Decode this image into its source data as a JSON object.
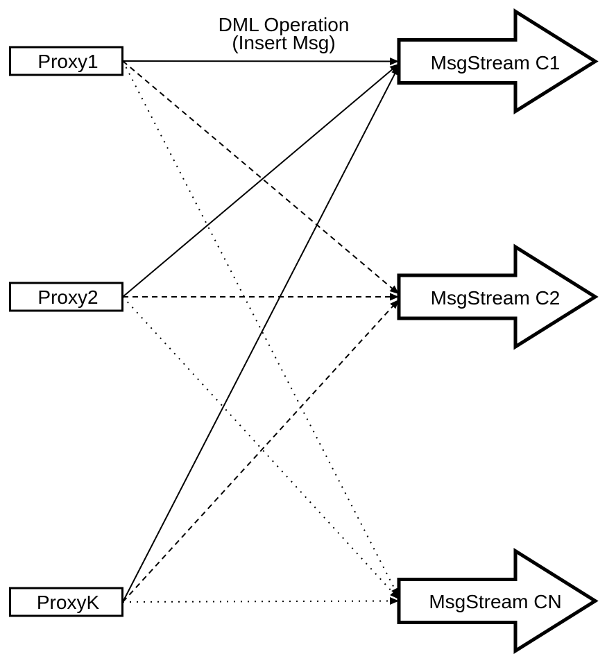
{
  "diagram": {
    "title": {
      "line1": "DML Operation",
      "line2": "(Insert Msg)"
    },
    "proxies": [
      {
        "label": "Proxy1"
      },
      {
        "label": "Proxy2"
      },
      {
        "label": "ProxyK"
      }
    ],
    "streams": [
      {
        "label": "MsgStream C1",
        "incoming_line_style": "solid"
      },
      {
        "label": "MsgStream C2",
        "incoming_line_style": "dashed"
      },
      {
        "label": "MsgStream CN",
        "incoming_line_style": "dotted"
      }
    ],
    "edges": [
      {
        "from": "Proxy1",
        "to": "MsgStream C1",
        "style": "solid"
      },
      {
        "from": "Proxy2",
        "to": "MsgStream C1",
        "style": "solid"
      },
      {
        "from": "ProxyK",
        "to": "MsgStream C1",
        "style": "solid"
      },
      {
        "from": "Proxy1",
        "to": "MsgStream C2",
        "style": "dashed"
      },
      {
        "from": "Proxy2",
        "to": "MsgStream C2",
        "style": "dashed"
      },
      {
        "from": "ProxyK",
        "to": "MsgStream C2",
        "style": "dashed"
      },
      {
        "from": "Proxy1",
        "to": "MsgStream CN",
        "style": "dotted"
      },
      {
        "from": "Proxy2",
        "to": "MsgStream CN",
        "style": "dotted"
      },
      {
        "from": "ProxyK",
        "to": "MsgStream CN",
        "style": "dotted"
      }
    ],
    "colors": {
      "stroke": "#000000",
      "node_fill": "#ffffff",
      "background": "#ffffff"
    }
  }
}
